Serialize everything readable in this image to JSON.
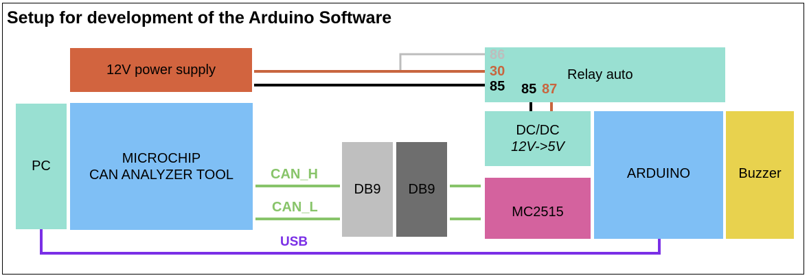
{
  "title": "Setup for development of the Arduino Software",
  "colors": {
    "power": "#D2643F",
    "relay": "#99E0D2",
    "pc": "#99E0D2",
    "can_tool": "#7FBFF5",
    "db9_light": "#BFBFBF",
    "db9_dark": "#6E6E6E",
    "dcdc": "#99E0D2",
    "mc2515": "#D4629E",
    "arduino": "#7FBFF5",
    "buzzer": "#E8D24E",
    "can_wire": "#88C46A",
    "usb_wire": "#7A2FE6",
    "pin86": "#BDBDBD",
    "pin30": "#C8653F",
    "pin87": "#C8653F"
  },
  "blocks": {
    "power_supply": "12V power supply",
    "relay": "Relay auto",
    "pc": "PC",
    "can_tool_line1": "MICROCHIP",
    "can_tool_line2": "CAN ANALYZER TOOL",
    "db9_left": "DB9",
    "db9_right": "DB9",
    "dcdc_title": "DC/DC",
    "dcdc_sub": "12V->5V",
    "mc2515": "MC2515",
    "arduino": "ARDUINO",
    "buzzer": "Buzzer"
  },
  "pins": {
    "p86": "86",
    "p30": "30",
    "p85_left": "85",
    "p85_bottom": "85",
    "p87": "87"
  },
  "wires": {
    "can_h": "CAN_H",
    "can_l": "CAN_L",
    "usb": "USB"
  }
}
